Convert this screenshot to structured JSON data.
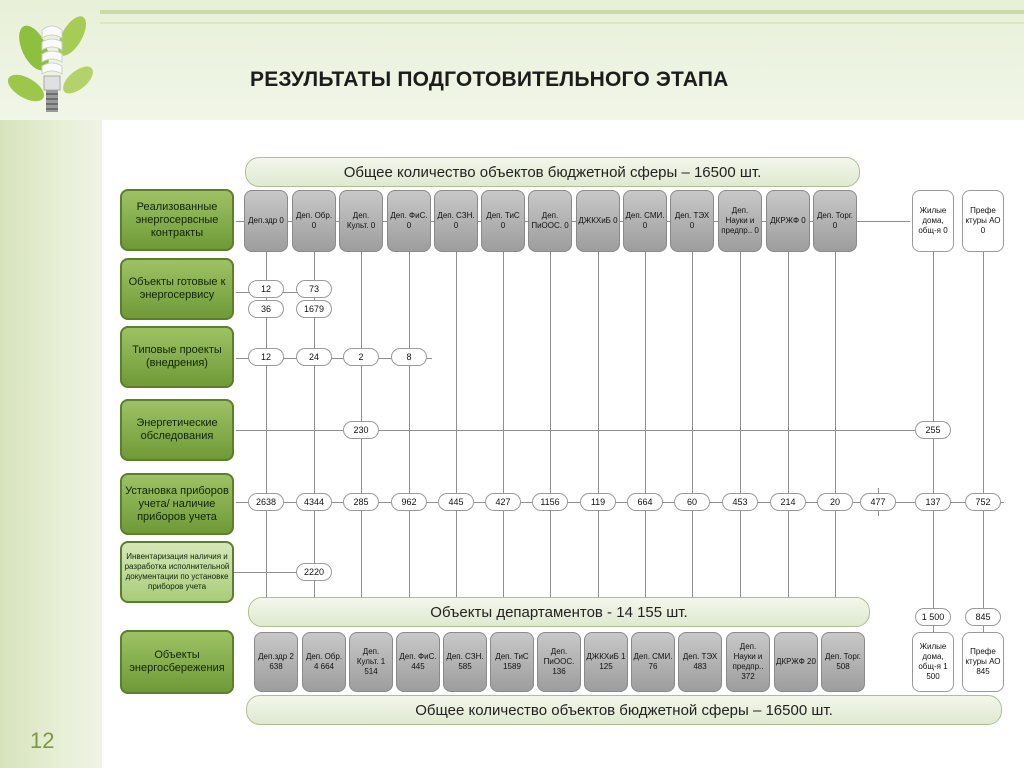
{
  "title": "РЕЗУЛЬТАТЫ ПОДГОТОВИТЕЛЬНОГО ЭТАПА",
  "page_number": "12",
  "top_bar": "Общее количество объектов бюджетной сферы – 16500 шт.",
  "middle_bar": "Объекты департаментов - 14 155 шт.",
  "bottom_bar": "Общее количество объектов бюджетной сферы – 16500 шт.",
  "row_labels": [
    "Реализованные энергосервсные контракты",
    "Объекты готовые к энергосервису",
    "Типовые проекты (внедрения)",
    "Энергетические обследования",
    "Установка приборов учета/ наличие приборов учета",
    "Инвентаризация наличия и разработка исполнительной документации по установке приборов учета",
    "Объекты энергосбережения"
  ],
  "top_depts": [
    "Деп.здр 0",
    "Деп. Обр. 0",
    "Деп. Культ. 0",
    "Деп. ФиС. 0",
    "Деп. СЗН. 0",
    "Деп. ТиС 0",
    "Деп. ПиООС. 0",
    "ДЖКХиБ 0",
    "Деп. СМИ. 0",
    "Деп. ТЭХ 0",
    "Деп. Науки и предпр.. 0",
    "ДКРЖФ 0",
    "Деп. Торг. 0"
  ],
  "top_right": [
    "Жилые дома, общ-я 0",
    "Префе ктуры АО 0"
  ],
  "ready_a": [
    "12",
    "73"
  ],
  "ready_b": [
    "36",
    "1679"
  ],
  "typical": [
    "12",
    "24",
    "2",
    "8"
  ],
  "audit": [
    "230",
    "255"
  ],
  "meters": [
    "2638",
    "4344",
    "285",
    "962",
    "445",
    "427",
    "1156",
    "119",
    "664",
    "60",
    "453",
    "214",
    "20",
    "477",
    "137",
    "752"
  ],
  "inventory": "2220",
  "right_mid": [
    "1 500",
    "845"
  ],
  "bottom_depts": [
    "Деп.здр 2 638",
    "Деп. Обр. 4 664",
    "Деп. Культ. 1 514",
    "Деп. ФиС. 445",
    "Деп. СЗН. 585",
    "Деп. ТиС 1589",
    "Деп. ПиООС. 136",
    "ДЖКХиБ 1 125",
    "Деп. СМИ. 76",
    "Деп. ТЭХ 483",
    "Деп. Науки и предпр.. 372",
    "ДКРЖФ 20",
    "Деп. Торг. 508"
  ],
  "bottom_right": [
    "Жилые дома, общ-я 1 500",
    "Префе ктуры АО 845"
  ],
  "colors": {
    "accent_green": "#6f9a36",
    "grey_box": "#b0b0b0"
  }
}
